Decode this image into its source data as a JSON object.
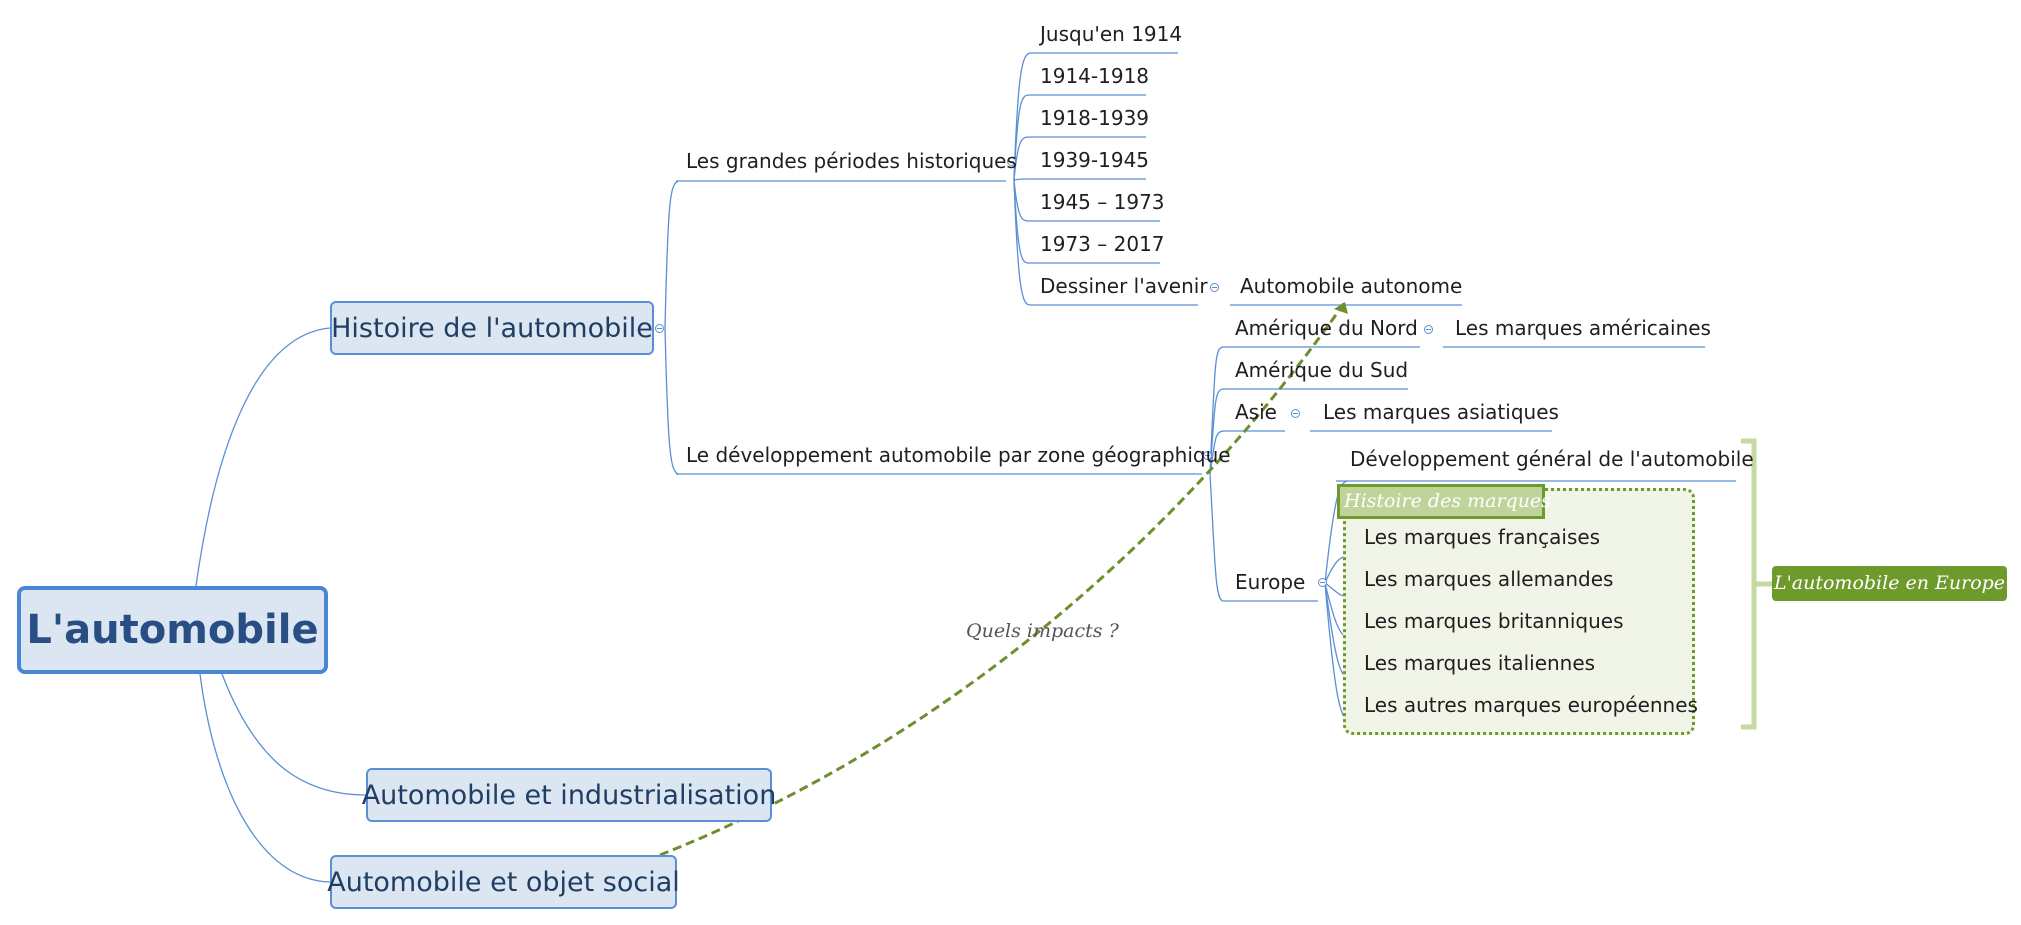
{
  "root": {
    "label": "L'automobile"
  },
  "branches": {
    "histoire": "Histoire de l'automobile",
    "industrialisation": "Automobile et industrialisation",
    "objet_social": "Automobile et objet social"
  },
  "histoire": {
    "periodes": {
      "label": "Les grandes périodes historiques",
      "items": [
        "Jusqu'en 1914",
        "1914-1918",
        "1918-1939",
        "1939-1945",
        "1945 – 1973",
        "1973 – 2017",
        "Dessiner l'avenir"
      ],
      "avenir_child": "Automobile autonome"
    },
    "zones": {
      "label": "Le développement automobile par zone géographique",
      "amerique_nord": "Amérique du Nord",
      "marques_americaines": "Les marques américaines",
      "amerique_sud": "Amérique du Sud",
      "asie": "Asie",
      "marques_asiatiques": "Les marques asiatiques",
      "europe": "Europe",
      "developpement_general": "Développement général de l'automobile",
      "boundary_title": "Histoire des marques",
      "marques": [
        "Les marques françaises",
        "Les marques allemandes",
        "Les marques britanniques",
        "Les marques italiennes",
        "Les autres marques européennes"
      ],
      "summary": "L'automobile en Europe"
    }
  },
  "relationship": {
    "label": "Quels impacts ?"
  },
  "colors": {
    "line": "#5b8fd4",
    "box_fill": "#dce6f3",
    "accent_green": "#6e9a2c",
    "summary_bracket": "#c5d9a2"
  }
}
